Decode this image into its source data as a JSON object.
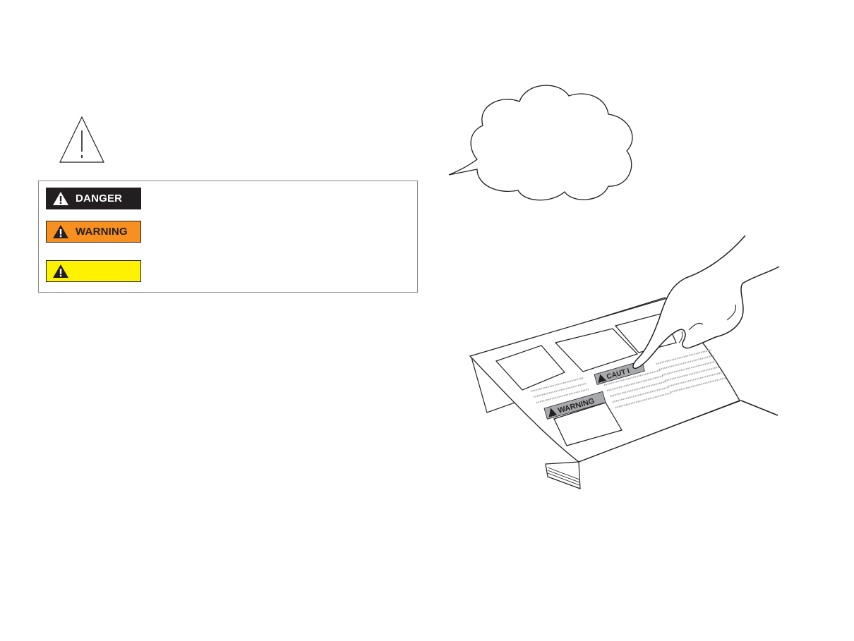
{
  "signal_words": {
    "danger": "DANGER",
    "warning": "WARNING",
    "caution": ""
  },
  "manual_labels": {
    "caution": "CAUT I",
    "warning": "WARNING"
  },
  "icons": {
    "alert": "exclamation-triangle-icon",
    "signal": "warning-triangle-icon"
  },
  "colors": {
    "danger_bg": "#231f20",
    "warning_bg": "#f7901e",
    "caution_bg": "#fff200",
    "manual_label_bg": "#a7a9ac"
  }
}
